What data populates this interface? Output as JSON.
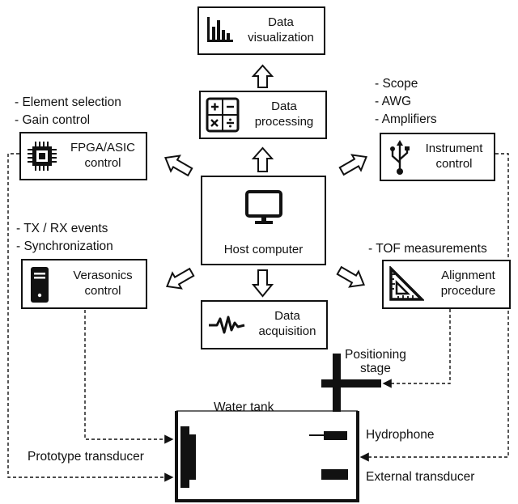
{
  "nodes": {
    "data_visualization": {
      "line1": "Data",
      "line2": "visualization"
    },
    "data_processing": {
      "line1": "Data",
      "line2": "processing"
    },
    "fpga_asic_control": {
      "line1": "FPGA/ASIC",
      "line2": "control"
    },
    "instrument_control": {
      "line1": "Instrument",
      "line2": "control"
    },
    "host_computer": {
      "label": "Host computer"
    },
    "verasonics_control": {
      "line1": "Verasonics",
      "line2": "control"
    },
    "alignment_procedure": {
      "line1": "Alignment",
      "line2": "procedure"
    },
    "data_acquisition": {
      "line1": "Data",
      "line2": "acquisition"
    }
  },
  "notes": {
    "fpga": [
      "- Element selection",
      "- Gain control"
    ],
    "instrument": [
      "- Scope",
      "- AWG",
      "- Amplifiers"
    ],
    "verasonics": [
      "- TX / RX events",
      "- Synchronization"
    ],
    "alignment": [
      "- TOF measurements"
    ]
  },
  "setup": {
    "positioning_stage": {
      "line1": "Positioning",
      "line2": "stage"
    },
    "water_tank": "Water tank",
    "hydrophone": "Hydrophone",
    "prototype_transducer": "Prototype transducer",
    "external_transducer": "External transducer"
  },
  "icons": {
    "data_visualization": "bar-chart-icon",
    "data_processing": "calculator-icon",
    "fpga_asic_control": "chip-icon",
    "instrument_control": "usb-icon",
    "host_computer": "monitor-icon",
    "verasonics_control": "tower-pc-icon",
    "alignment_procedure": "set-square-icon",
    "data_acquisition": "waveform-icon"
  }
}
